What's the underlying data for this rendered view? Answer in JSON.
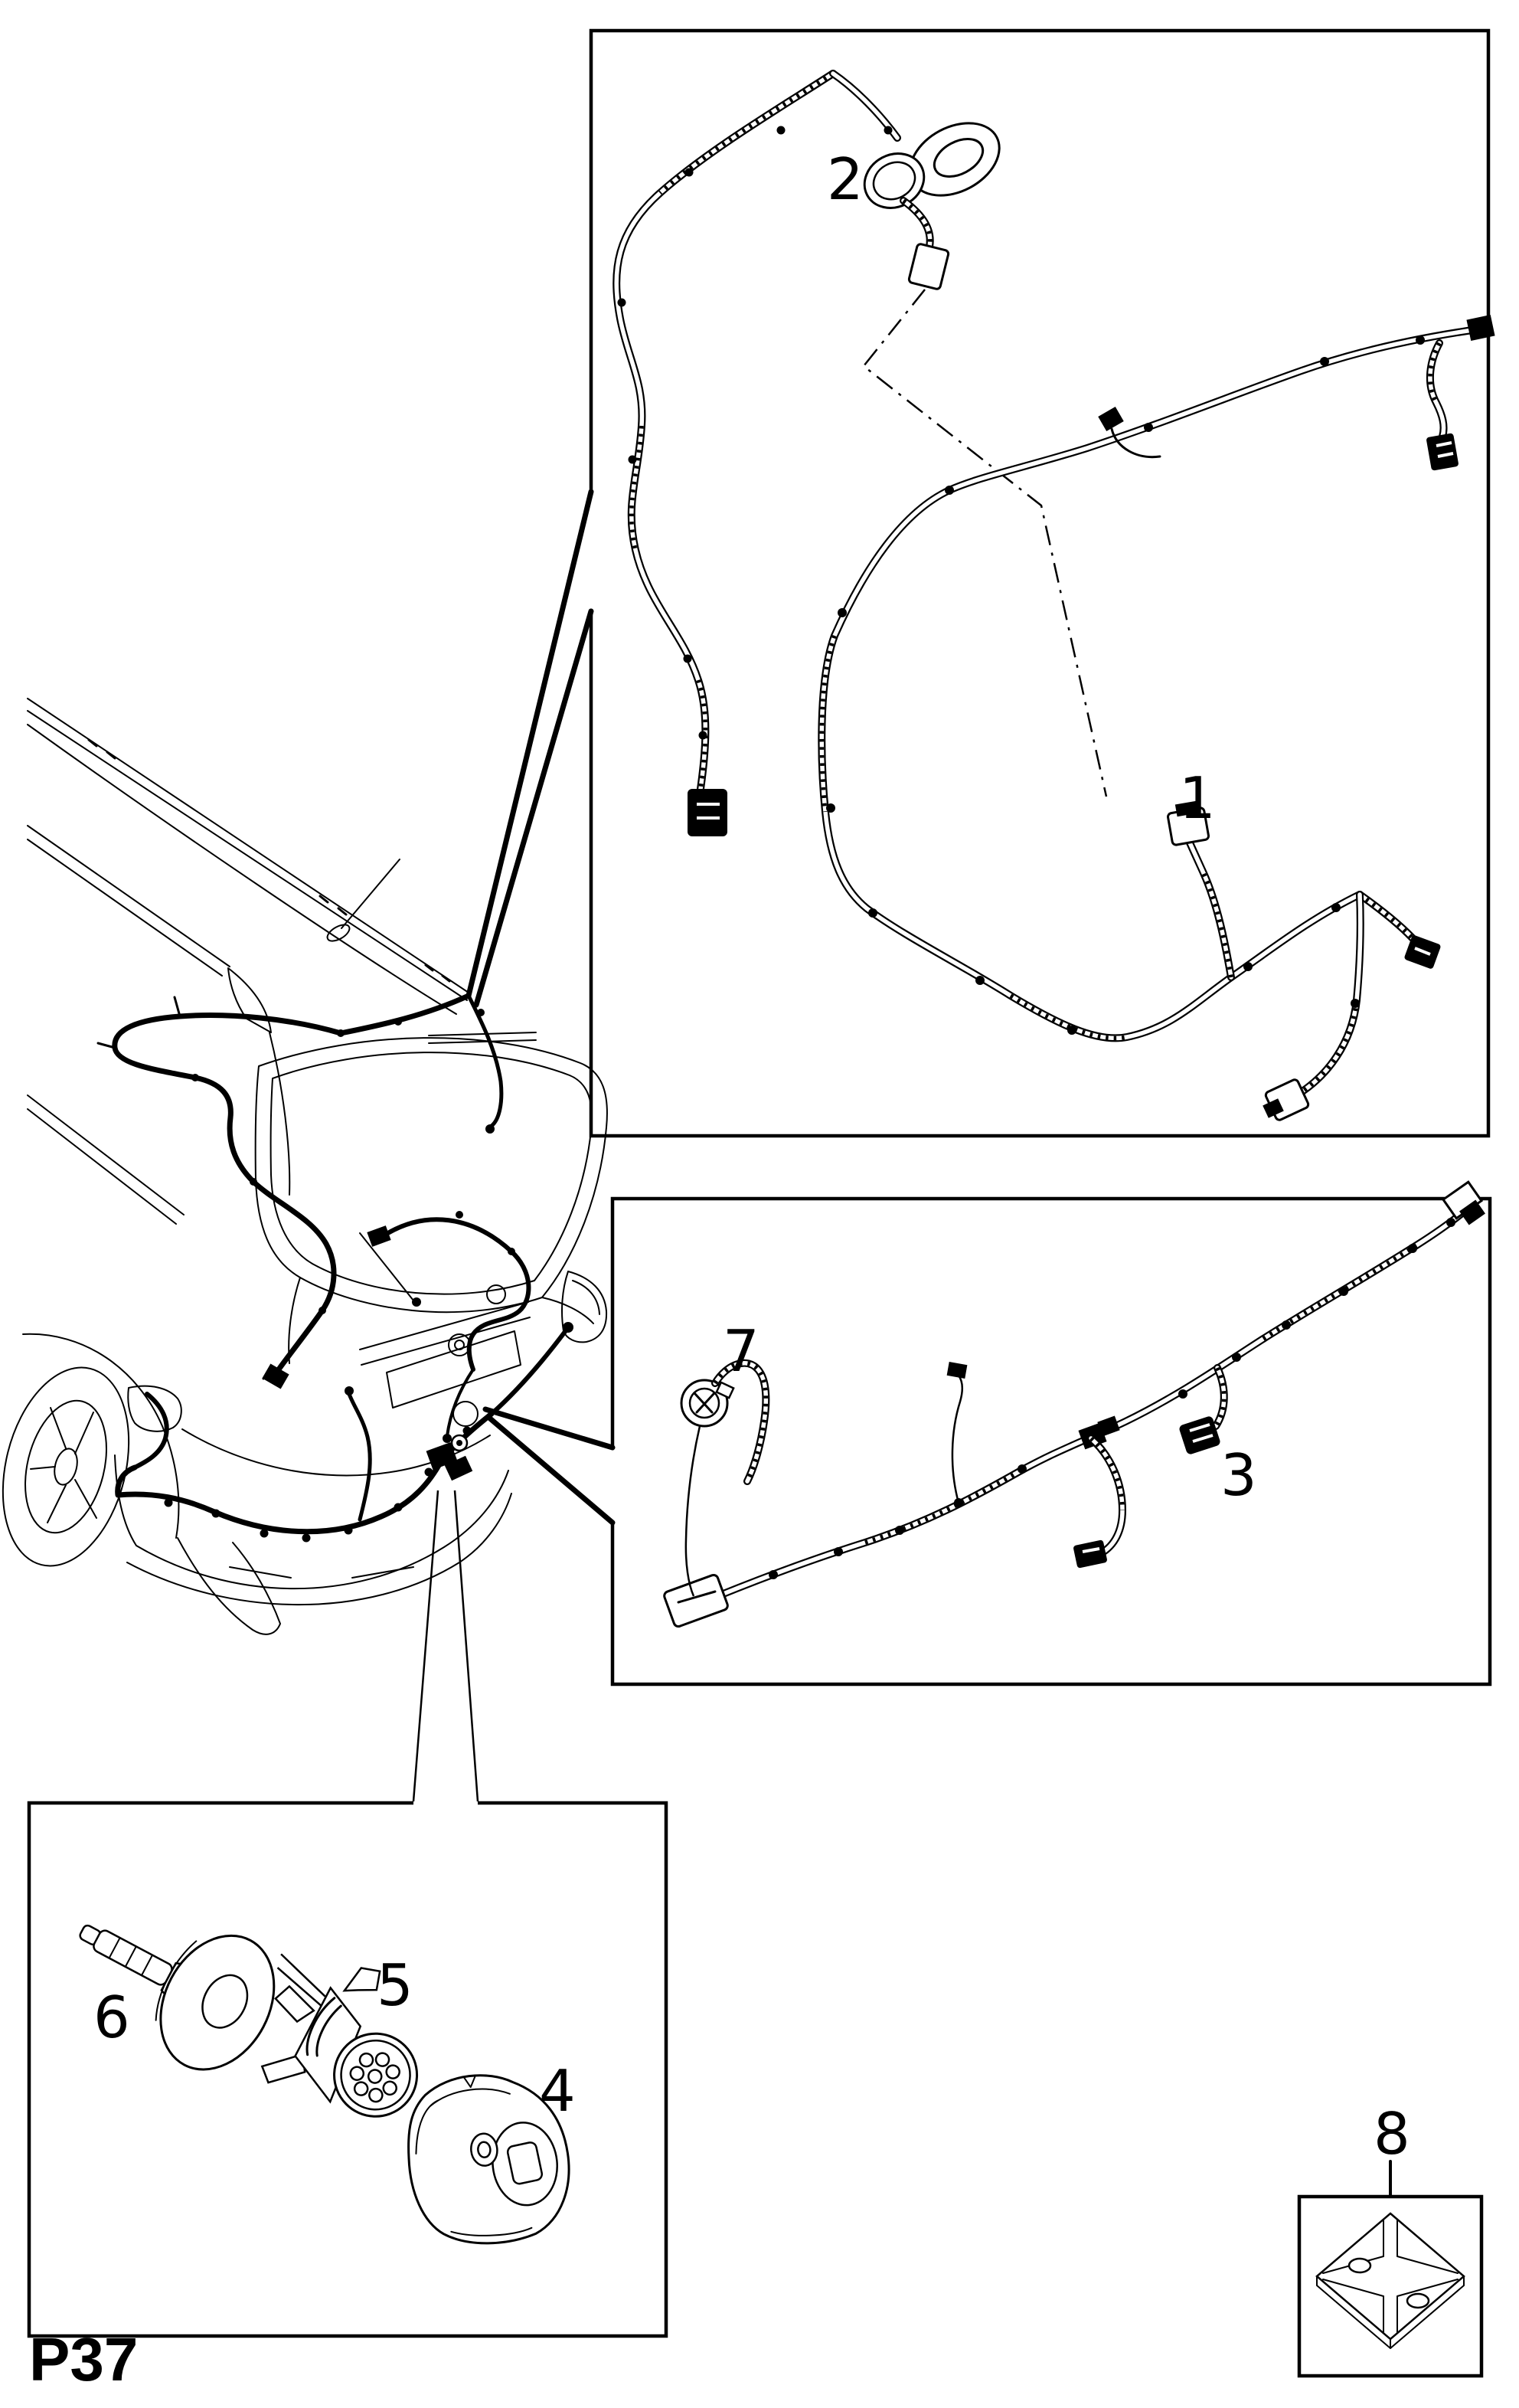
{
  "page": {
    "code": "P37"
  },
  "colors": {
    "ink": "#000000",
    "paper": "#ffffff"
  },
  "callouts": {
    "1": {
      "label": "1"
    },
    "2": {
      "label": "2"
    },
    "3": {
      "label": "3"
    },
    "4": {
      "label": "4"
    },
    "5": {
      "label": "5"
    },
    "6": {
      "label": "6"
    },
    "7": {
      "label": "7"
    },
    "8": {
      "label": "8"
    }
  },
  "figures": {
    "vehicle": "estate-car-rear-three-quarter-view",
    "detail_box_top": "tailgate-wiring-harness",
    "detail_box_middle": "rear-bumper-wiring-harness",
    "parts_box": "towbar-socket-parts",
    "tie_mount_box": "cable-tie-mount"
  }
}
